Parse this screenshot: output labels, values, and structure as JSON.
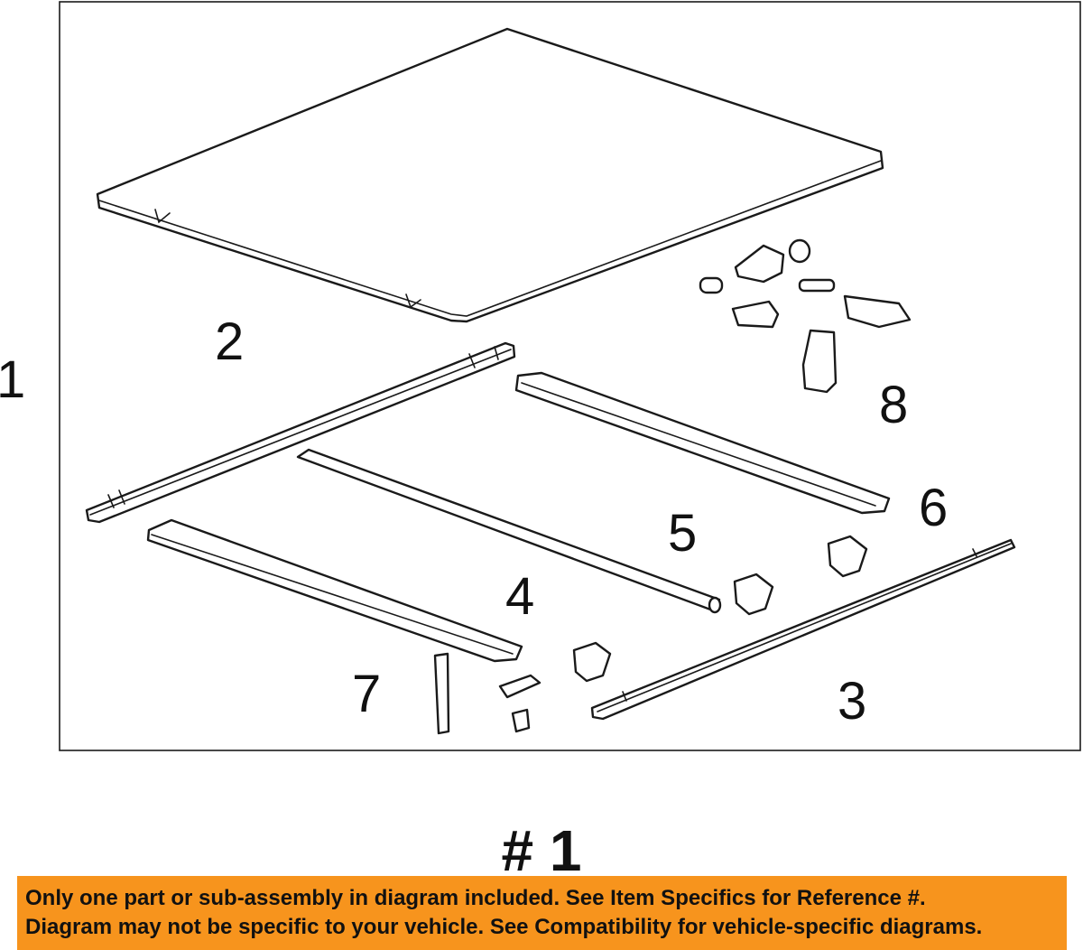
{
  "diagram": {
    "side_label": "1",
    "callouts": [
      "2",
      "8",
      "6",
      "5",
      "4",
      "7",
      "3"
    ]
  },
  "reference": {
    "label": "# 1"
  },
  "banner": {
    "line1": "Only one part or sub-assembly in diagram included. See Item Specifics for Reference #.",
    "line2": "Diagram may not be specific to your vehicle. See Compatibility for vehicle-specific diagrams.",
    "color": "#f7941d"
  }
}
